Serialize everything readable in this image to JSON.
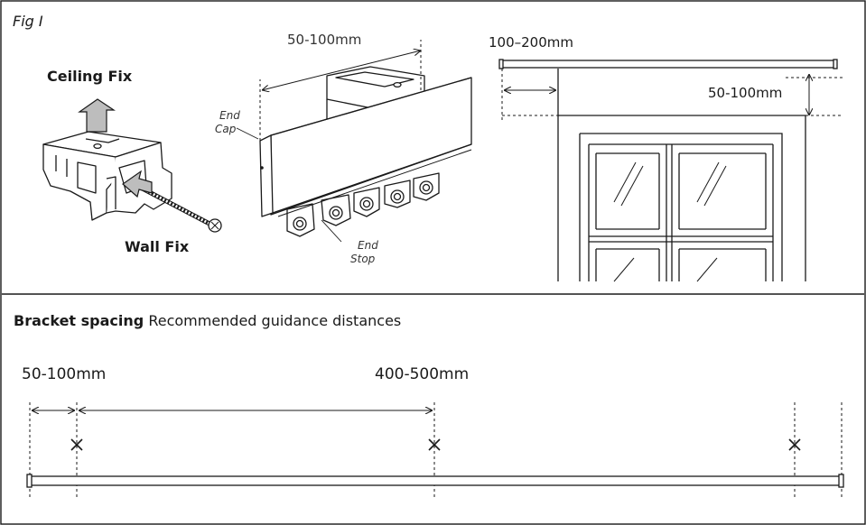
{
  "figure": {
    "label": "Fig I"
  },
  "fixings": {
    "ceiling_label": "Ceiling Fix",
    "wall_label": "Wall Fix"
  },
  "track_detail": {
    "span_label": "50-100mm",
    "end_cap_label_line1": "End",
    "end_cap_label_line2": "Cap",
    "end_stop_label_line1": "End",
    "end_stop_label_line2": "Stop"
  },
  "window_detail": {
    "overhang_label": "100–200mm",
    "height_label": "50-100mm"
  },
  "bracket_spacing": {
    "heading_bold": "Bracket spacing",
    "heading_rest": " Recommended guidance distances",
    "end_distance_label": "50-100mm",
    "between_distance_label": "400-500mm"
  }
}
